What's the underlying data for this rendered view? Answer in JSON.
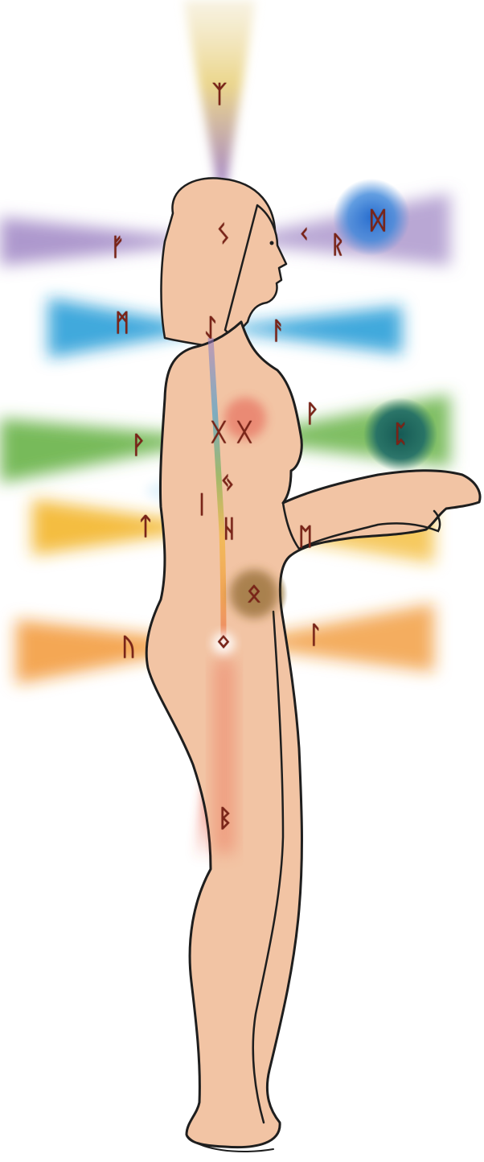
{
  "colors": {
    "background": "#ffffff",
    "skin": "#f2c4a4",
    "outline": "#1e1e1e",
    "rune_ink": "#7a2418",
    "crown": "#c9b07a",
    "brow": "#8a6cb8",
    "throat": "#1e9ad6",
    "heart": "#5fae3c",
    "heart_core": "#e1453a",
    "solar": "#f2b21f",
    "navel": "#7a5418",
    "sacral": "#f08a1a",
    "root": "#e8553a",
    "hand_sphere": "#165a55",
    "far_sphere": "#2a6fcf"
  },
  "runes": [
    {
      "name": "algiz",
      "glyph": "ᛉ"
    },
    {
      "name": "sowilo",
      "glyph": "ᛊ"
    },
    {
      "name": "fehu",
      "glyph": "ᚠ"
    },
    {
      "name": "kenaz",
      "glyph": "ᚲ"
    },
    {
      "name": "raidho",
      "glyph": "ᚱ"
    },
    {
      "name": "dagaz",
      "glyph": "ᛞ"
    },
    {
      "name": "mannaz",
      "glyph": "ᛗ"
    },
    {
      "name": "eihwaz",
      "glyph": "ᛇ"
    },
    {
      "name": "ansuz",
      "glyph": "ᚨ"
    },
    {
      "name": "gebo",
      "glyph": "ᚷ"
    },
    {
      "name": "gebo-2",
      "glyph": "ᚷ"
    },
    {
      "name": "wunjo",
      "glyph": "ᚹ"
    },
    {
      "name": "wunjo-2",
      "glyph": "ᚹ"
    },
    {
      "name": "perthro",
      "glyph": "ᛈ"
    },
    {
      "name": "jera",
      "glyph": "ᛃ"
    },
    {
      "name": "isa",
      "glyph": "ᛁ"
    },
    {
      "name": "tiwaz",
      "glyph": "ᛏ"
    },
    {
      "name": "hagalaz",
      "glyph": "ᚺ"
    },
    {
      "name": "ehwaz",
      "glyph": "ᛖ"
    },
    {
      "name": "othala",
      "glyph": "ᛟ"
    },
    {
      "name": "uruz",
      "glyph": "ᚢ"
    },
    {
      "name": "ingwaz",
      "glyph": "ᛜ"
    },
    {
      "name": "laguz",
      "glyph": "ᛚ"
    },
    {
      "name": "berkano",
      "glyph": "ᛒ"
    }
  ]
}
